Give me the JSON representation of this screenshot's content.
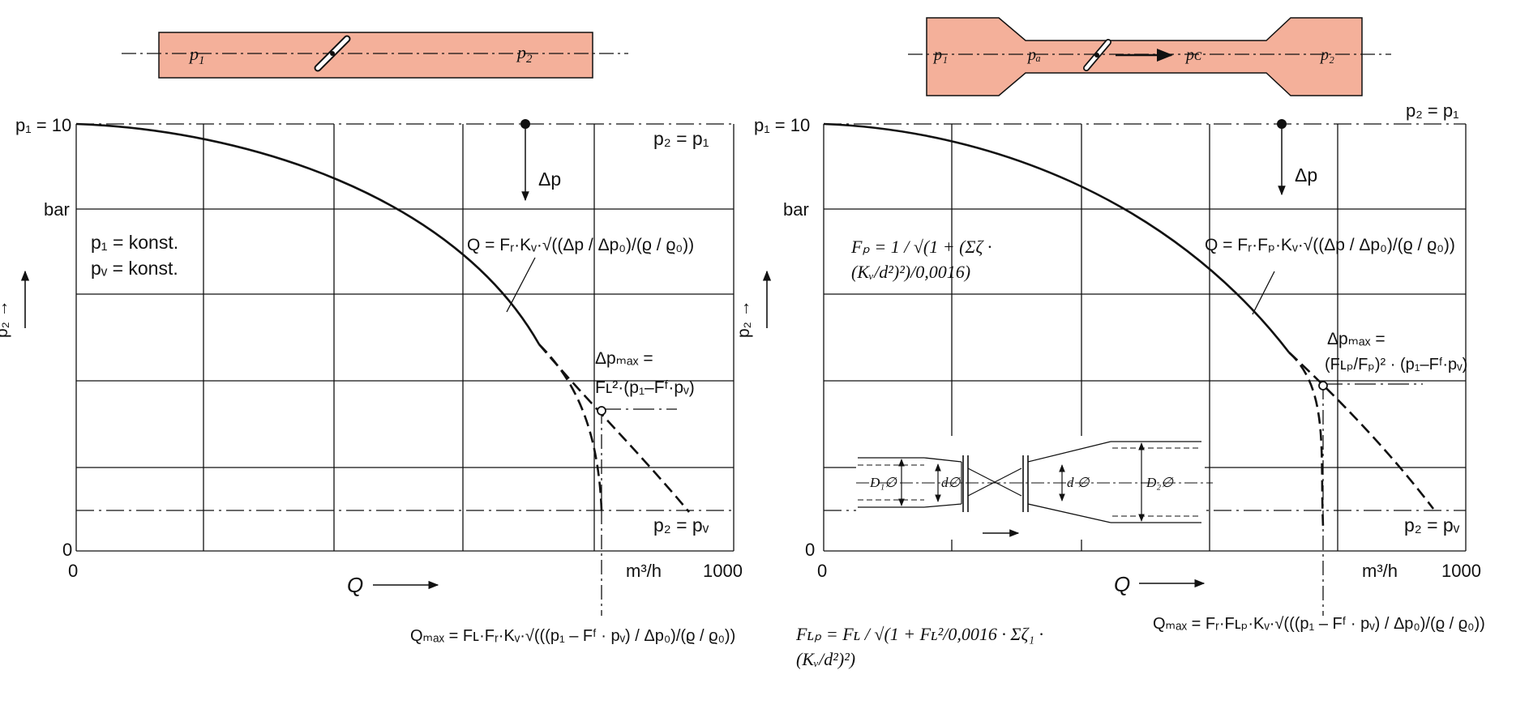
{
  "colors": {
    "pipe_fill": "#f4b09a",
    "line": "#111111",
    "background": "#ffffff"
  },
  "left": {
    "pipe": {
      "p1": "p",
      "p1_sub": "1",
      "p2": "p",
      "p2_sub": "2"
    },
    "y_top": "p₁ = 10",
    "y_unit": "bar",
    "y_zero": "0",
    "y_axis": "p₂ →",
    "x_zero": "0",
    "x_unit": "m³/h",
    "x_max": "1000",
    "x_axis": "Q",
    "line_top": "p₂ = p₁",
    "line_bottom": "p₂ = pᵥ",
    "dp": "Δp",
    "cond1": "p₁ = konst.",
    "cond2": "pᵥ = konst.",
    "formula_q": "Q = Fᵣ·Kᵥ·√((Δp / Δp₀)/(ϱ / ϱ₀))",
    "dpmax_1": "Δpₘₐₓ =",
    "dpmax_2": "Fʟ²·(p₁–Fᶠ·pᵥ)",
    "qmax": "Qₘₐₓ = Fʟ·Fᵣ·Kᵥ·√(((p₁ – Fᶠ · pᵥ) / Δp₀)/(ϱ / ϱ₀))"
  },
  "right": {
    "pipe": {
      "p1": "p₁",
      "pa": "pₐ",
      "pc": "pᴄ",
      "p2": "p₂"
    },
    "y_top": "p₁ = 10",
    "y_unit": "bar",
    "y_zero": "0",
    "y_axis": "p₂ →",
    "x_zero": "0",
    "x_unit": "m³/h",
    "x_max": "1000",
    "x_axis": "Q",
    "line_top": "p₂ = p₁",
    "line_bottom": "p₂ = pᵥ",
    "dp": "Δp",
    "formula_fp": "Fₚ = 1 / √(1 + (Σζ · (Kᵥ/d²)²)/0,0016)",
    "formula_q": "Q = Fᵣ·Fₚ·Kᵥ·√((Δp / Δp₀)/(ϱ / ϱ₀))",
    "dpmax_1": "Δpₘₐₓ =",
    "dpmax_2": "(Fʟₚ/Fₚ)² · (p₁–Fᶠ·pᵥ)",
    "qmax": "Qₘₐₓ = Fᵣ·Fʟₚ·Kᵥ·√(((p₁ – Fᶠ · pᵥ) / Δp₀)/(ϱ / ϱ₀))",
    "formula_flp": "Fʟₚ = Fʟ / √(1 + Fʟ²/0,0016 · Σζ₁ · (Kᵥ/d²)²)",
    "reducer": {
      "D1": "D₁∅",
      "d1": "d∅",
      "d2": "d ∅",
      "D2": "D₂∅"
    }
  }
}
